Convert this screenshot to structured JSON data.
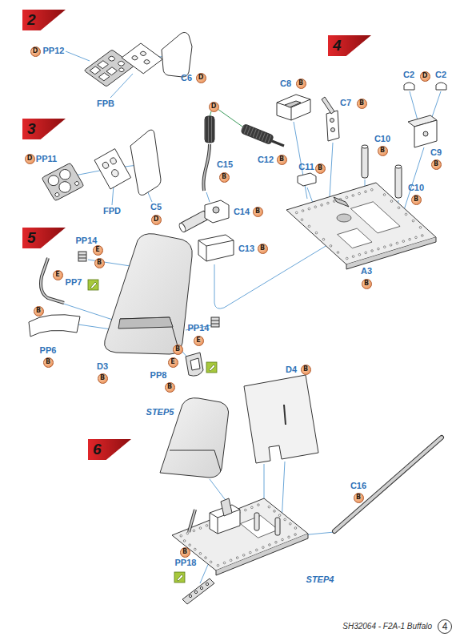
{
  "diagram": {
    "nodes": [
      {
        "text": [
          "2"
        ]
      },
      {
        "text": [
          "D"
        ]
      },
      {
        "text": [
          "D"
        ]
      },
      {
        "text": [
          "3"
        ]
      },
      {
        "text": [
          "D"
        ]
      },
      {
        "text": [
          "D"
        ]
      },
      {
        "text": [
          "4"
        ]
      },
      {
        "text": [
          "D"
        ]
      },
      {
        "text": [
          "B"
        ]
      },
      {
        "text": [
          "B"
        ]
      },
      {
        "text": [
          "D"
        ]
      },
      {
        "text": [
          "B"
        ]
      },
      {
        "text": [
          "B"
        ]
      },
      {
        "text": [
          "B"
        ]
      },
      {
        "text": [
          "B"
        ]
      },
      {
        "text": [
          "B"
        ]
      },
      {
        "text": [
          "B"
        ]
      },
      {
        "text": [
          "B"
        ]
      },
      {
        "text": [
          "B"
        ]
      },
      {
        "text": [
          "B"
        ]
      },
      {
        "text": [
          "5"
        ]
      },
      {
        "text": [
          "E"
        ]
      },
      {
        "text": [
          "B"
        ]
      },
      {
        "text": [
          "E"
        ]
      },
      {
        "text": [
          "B"
        ]
      },
      {
        "text": [
          "B"
        ]
      },
      {
        "text": [
          "B"
        ]
      },
      {
        "text": [
          "E"
        ]
      },
      {
        "text": [
          "B"
        ]
      },
      {
        "text": [
          "E"
        ]
      },
      {
        "text": [
          "B"
        ]
      },
      {
        "text": [
          "6"
        ]
      },
      {
        "text": [
          "B"
        ]
      },
      {
        "text": [
          "B"
        ]
      },
      {
        "text": [
          "B"
        ]
      },
      {
        "text": [
          "4"
        ]
      }
    ],
    "labels": [
      "PP12",
      "FPB",
      "C6",
      "PP11",
      "FPD",
      "C5",
      "C8",
      "C7",
      "C2",
      "C2",
      "C12",
      "C10",
      "C11",
      "C15",
      "C9",
      "C10",
      "C14",
      "C13",
      "A3",
      "PP14",
      "PP7",
      "PP6",
      "D3",
      "PP14",
      "PP8",
      "D4",
      "STEP5",
      "C16",
      "STEP4",
      "PP18",
      "SH32064 - F2A-1 Buffalo"
    ]
  }
}
